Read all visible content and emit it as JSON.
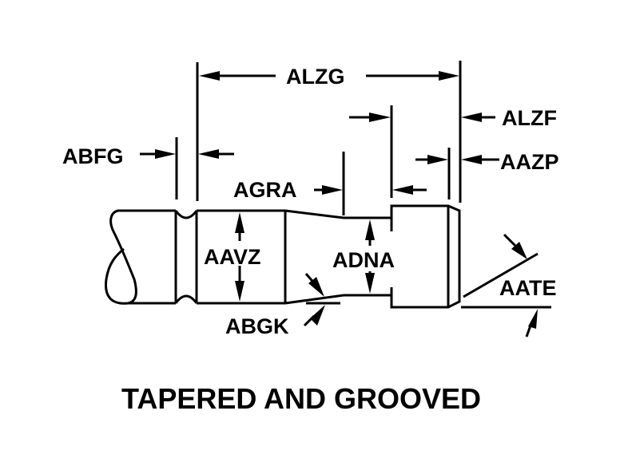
{
  "diagram": {
    "title": "TAPERED AND GROOVED",
    "line_color": "#000000",
    "background": "#ffffff",
    "labels": {
      "overall_length": "ALZG",
      "head_length": "ALZF",
      "chamfer_length": "AAZP",
      "groove_width": "ABFG",
      "taper_length": "AGRA",
      "shank_diameter": "AAVZ",
      "neck_diameter": "ADNA",
      "taper_angle": "ABGK",
      "chamfer_angle": "AATE"
    }
  }
}
